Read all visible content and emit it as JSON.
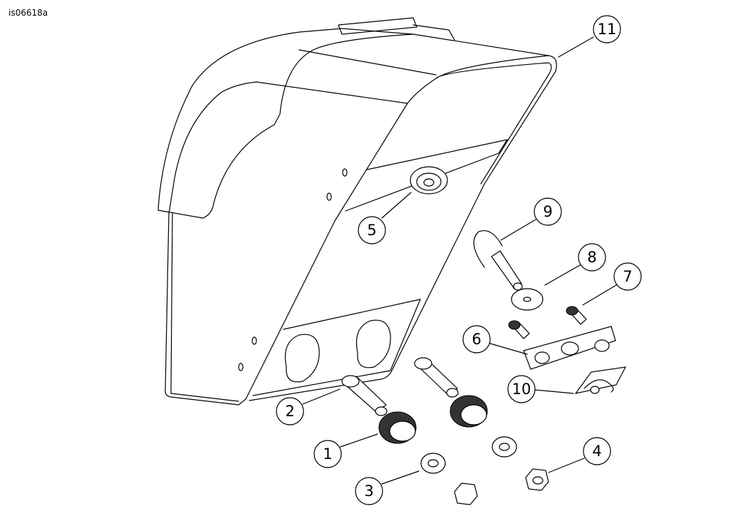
{
  "figure_id": "is06618a",
  "callouts": [
    {
      "label": "1"
    },
    {
      "label": "2"
    },
    {
      "label": "3"
    },
    {
      "label": "4"
    },
    {
      "label": "5"
    },
    {
      "label": "6"
    },
    {
      "label": "7"
    },
    {
      "label": "8"
    },
    {
      "label": "9"
    },
    {
      "label": "10"
    },
    {
      "label": "11"
    }
  ]
}
